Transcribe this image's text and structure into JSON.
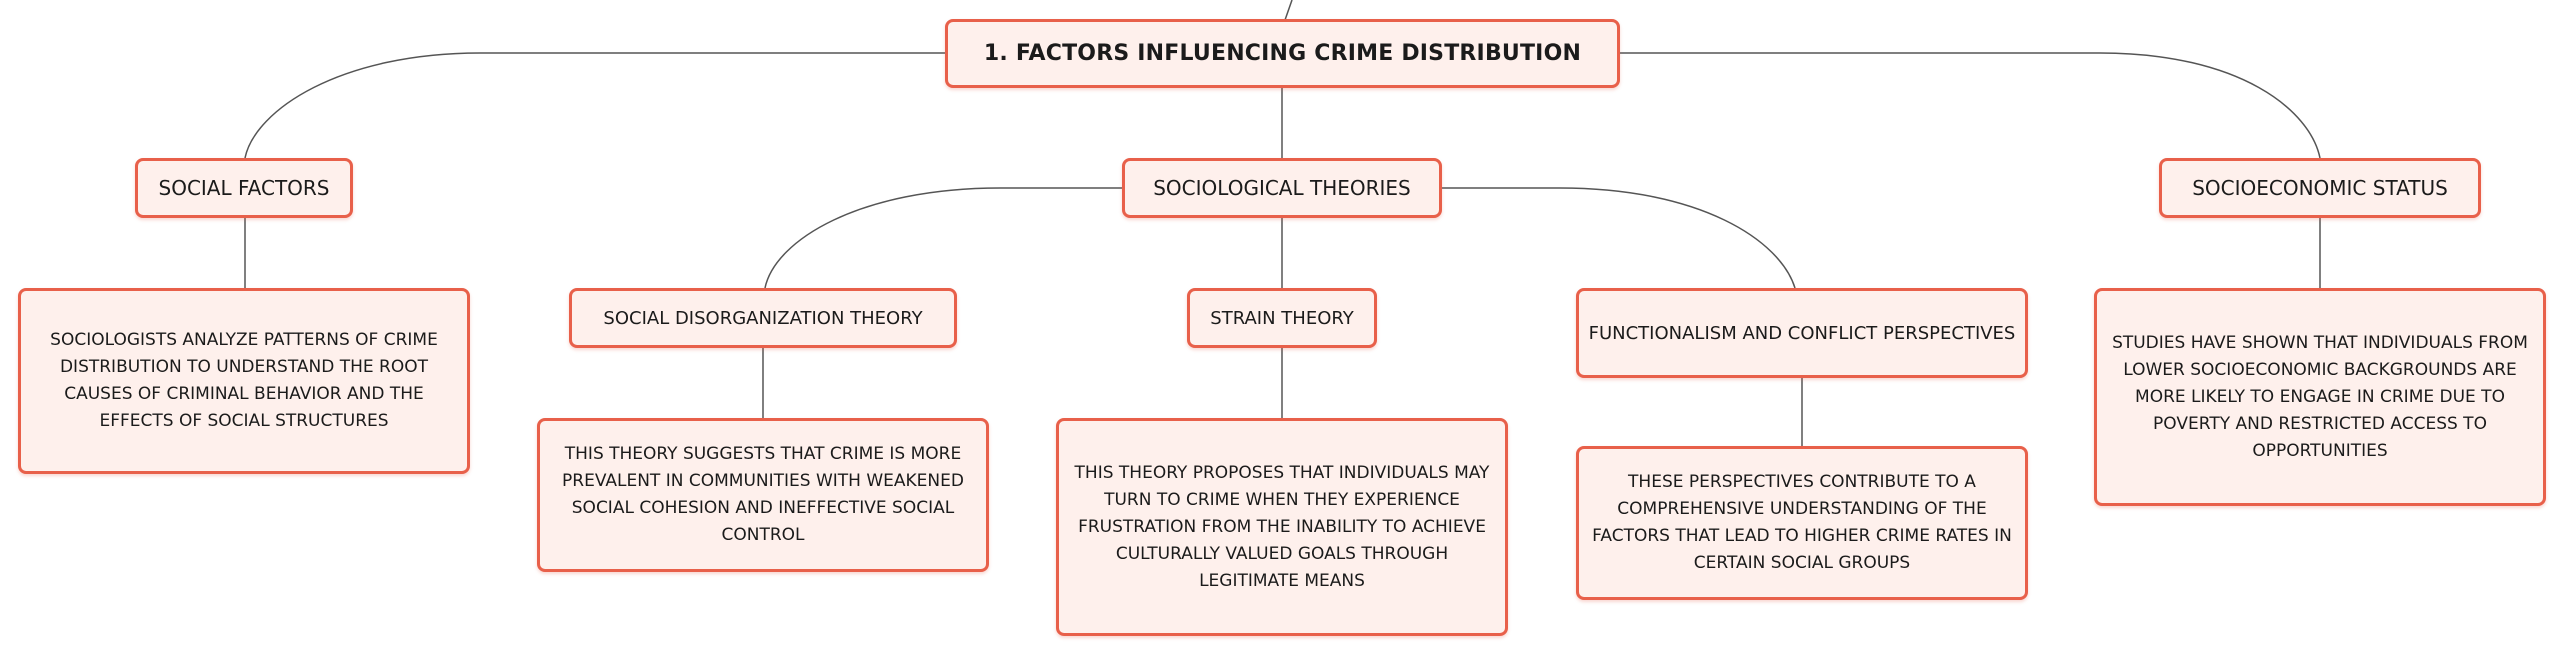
{
  "colors": {
    "node_border": "#e8604a",
    "node_fill": "#fef0ec",
    "connector": "#555555",
    "text": "#1b1b1b"
  },
  "mindmap": {
    "root": {
      "label": "1. FACTORS INFLUENCING CRIME DISTRIBUTION"
    },
    "social_factors": {
      "label": "SOCIAL FACTORS",
      "description": "SOCIOLOGISTS ANALYZE PATTERNS OF CRIME DISTRIBUTION TO UNDERSTAND THE ROOT CAUSES OF CRIMINAL BEHAVIOR AND THE EFFECTS OF SOCIAL STRUCTURES"
    },
    "sociological_theories": {
      "label": "SOCIOLOGICAL THEORIES",
      "social_disorganization": {
        "label": "SOCIAL DISORGANIZATION THEORY",
        "description": "THIS THEORY SUGGESTS THAT CRIME IS MORE PREVALENT IN COMMUNITIES WITH WEAKENED SOCIAL COHESION AND INEFFECTIVE SOCIAL CONTROL"
      },
      "strain": {
        "label": "STRAIN THEORY",
        "description": "THIS THEORY PROPOSES THAT INDIVIDUALS MAY TURN TO CRIME WHEN THEY EXPERIENCE FRUSTRATION FROM THE INABILITY TO ACHIEVE CULTURALLY VALUED GOALS THROUGH LEGITIMATE MEANS"
      },
      "functionalism": {
        "label": "FUNCTIONALISM AND CONFLICT PERSPECTIVES",
        "description": "THESE PERSPECTIVES CONTRIBUTE TO A COMPREHENSIVE UNDERSTANDING OF THE FACTORS THAT LEAD TO HIGHER CRIME RATES IN CERTAIN SOCIAL GROUPS"
      }
    },
    "socioeconomic_status": {
      "label": "SOCIOECONOMIC STATUS",
      "description": "STUDIES HAVE SHOWN THAT INDIVIDUALS FROM LOWER SOCIOECONOMIC BACKGROUNDS ARE MORE LIKELY TO ENGAGE IN CRIME DUE TO POVERTY AND RESTRICTED ACCESS TO OPPORTUNITIES"
    }
  }
}
